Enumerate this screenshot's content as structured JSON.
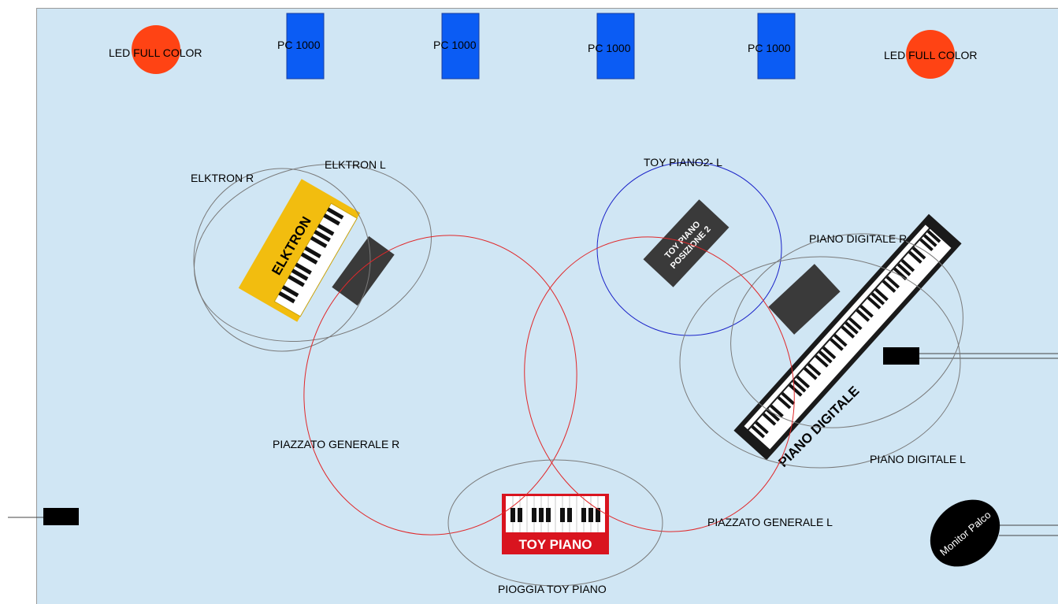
{
  "colors": {
    "stage_bg": "#d0e6f4",
    "led": "#ff4314",
    "pc": "#0b5cf4",
    "elktron_body": "#f2bd0f",
    "toy_piano_red": "#d9141f",
    "dark_unit": "#3a3a3a",
    "red_ring": "#e0282a",
    "blue_ring": "#1a22c8",
    "gray_ring": "#7a7a7a"
  },
  "lights": {
    "led_left": "LED FULL COLOR",
    "led_right": "LED FULL COLOR",
    "pc1": "PC 1000",
    "pc2": "PC 1000",
    "pc3": "PC 1000",
    "pc4": "PC 1000"
  },
  "areas": {
    "elktron_r": "ELKTRON R",
    "elktron_l": "ELKTRON L",
    "toy_piano2_l": "TOY PIANO2- L",
    "piano_digitale_r": "PIANO DIGITALE R",
    "piano_digitale_l": "PIANO DIGITALE L",
    "piazzato_r": "PIAZZATO GENERALE R",
    "piazzato_l": "PIAZZATO GENERALE L",
    "pioggia": "PIOGGIA TOY PIANO"
  },
  "instruments": {
    "elktron": "ELKTRON",
    "toy_piano": "TOY PIANO",
    "toy_piano_pos2_line1": "TOY PIANO",
    "toy_piano_pos2_line2": "POSIZIONE 2",
    "piano_digitale": "PIANO DIGITALE"
  },
  "equipment": {
    "monitor": "Monitor Palco"
  }
}
